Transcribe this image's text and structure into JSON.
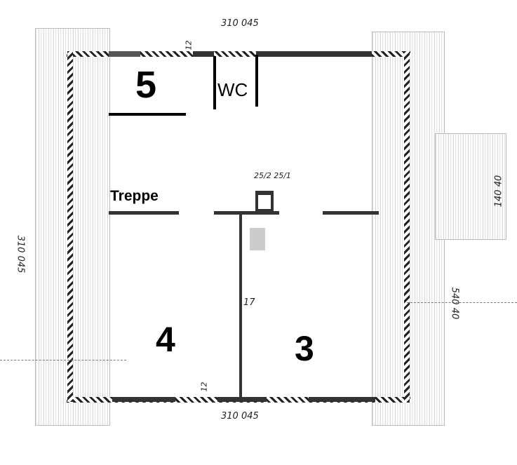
{
  "rooms": [
    {
      "label": "5"
    },
    {
      "label": "WC"
    },
    {
      "label": "4"
    },
    {
      "label": "3"
    }
  ],
  "labels": {
    "stairs": "Treppe"
  },
  "annotations": {
    "top_dimension": "310 045",
    "bottom_dimension": "310 045",
    "left_dimension": "310 045",
    "right_upper_dimension": "140 40",
    "right_lower_dimension": "540 40",
    "chimney": "25/2 25/1",
    "top_wall_thickness": "12",
    "bottom_wall_thickness": "12",
    "middle_wall_mark": "17"
  }
}
